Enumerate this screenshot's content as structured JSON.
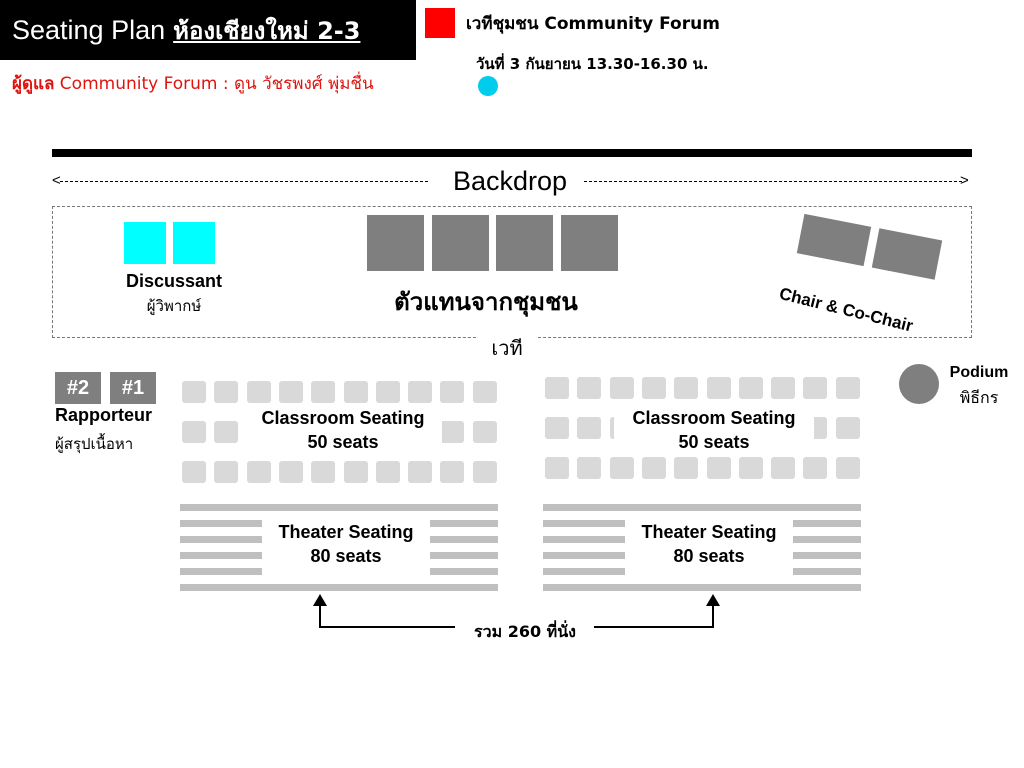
{
  "header": {
    "title": "Seating Plan",
    "room": "ห้องเชียงใหม่ 2-3",
    "organizer_prefix": "ผู้ดูแล",
    "organizer_text": "Community Forum : ดูน วัชรพงศ์  พุ่มชื่น"
  },
  "legend": {
    "title": "เวทีชุมชน Community Forum",
    "date": "วันที่ 3 กันยายน 13.30-16.30 น.",
    "colors": {
      "forum": "#ff0000",
      "discussant": "#00ccee"
    }
  },
  "backdrop": {
    "label": "Backdrop"
  },
  "stage": {
    "label": "เวที",
    "discussant_label": "Discussant",
    "discussant_sub": "ผู้วิพากษ์",
    "representatives_label": "ตัวแทนจากชุมชน",
    "chair_label": "Chair & Co-Chair"
  },
  "rapporteur": {
    "boxes": [
      "#2",
      "#1"
    ],
    "label": "Rapporteur",
    "sub": "ผู้สรุปเนื้อหา"
  },
  "podium": {
    "label": "Podium",
    "sub": "พิธีกร"
  },
  "seating": {
    "left_classroom": {
      "line1": "Classroom Seating",
      "line2": "50 seats"
    },
    "right_classroom": {
      "line1": "Classroom Seating",
      "line2": "50 seats"
    },
    "left_theater": {
      "line1": "Theater Seating",
      "line2": "80 seats"
    },
    "right_theater": {
      "line1": "Theater Seating",
      "line2": "80 seats"
    }
  },
  "total": {
    "label": "รวม 260 ที่นั่ง"
  }
}
